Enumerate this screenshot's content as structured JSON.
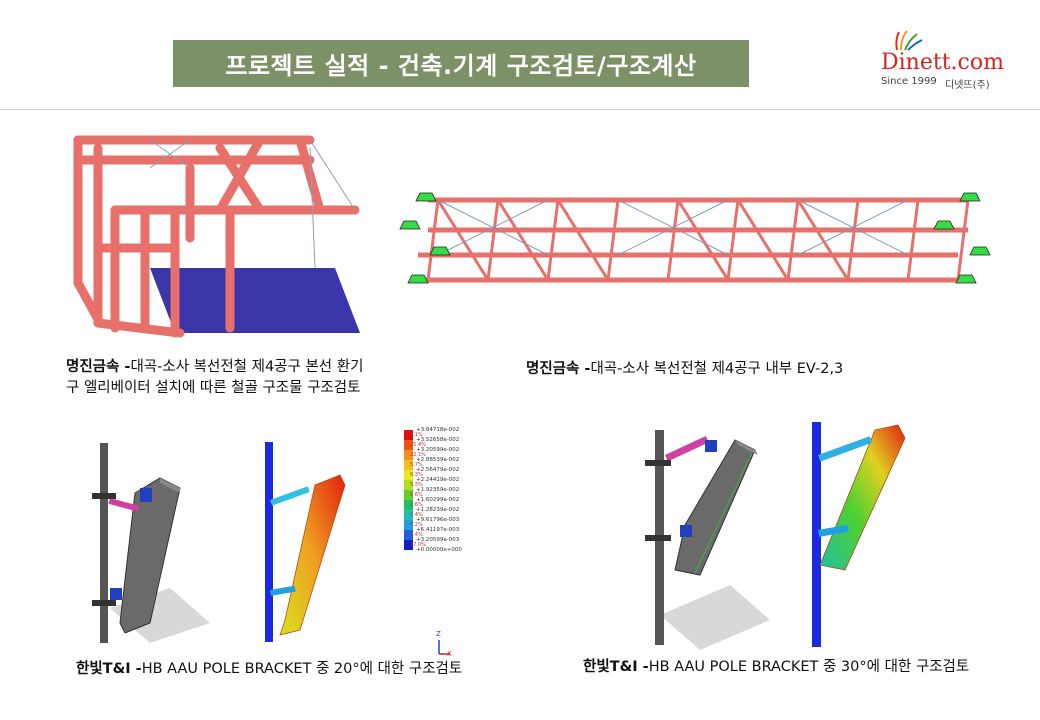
{
  "title": "프로젝트 실적 - 건축.기계 구조검토/구조계산",
  "logo": {
    "name": "Dinett.com",
    "since": "Since 1999",
    "korean": "디넷뜨(주)"
  },
  "captions": {
    "c1_bold": "명진금속 -",
    "c1_line1": "대곡-소사 복선전철 제4공구 본선 환기",
    "c1_line2": "구 엘리베이터 설치에 따른 철골 구조물 구조검토",
    "c2_bold": "명진금속 -",
    "c2_text": "대곡-소사 복선전철 제4공구 내부 EV-2,3",
    "c3_bold": "한빛T&I -",
    "c3_text": "HB AAU POLE BRACKET 중 20°에 대한 구조검토",
    "c4_bold": "한빛T&I -",
    "c4_text": "HB AAU POLE BRACKET 중 30°에 대한 구조검토"
  },
  "legend": {
    "values": [
      "+3.84718e-002",
      "+3.52658e-002",
      "+3.20599e-002",
      "+2.88539e-002",
      "+2.56479e-002",
      "+2.24419e-002",
      "+1.92359e-002",
      "+1.60299e-002",
      "+1.28239e-002",
      "+9.61796e-003",
      "+6.41197e-003",
      "+3.20599e-003",
      "+0.00000e+000"
    ],
    "percents": [
      "3.1%",
      "25.4%",
      "22.1%",
      "5.7%",
      "9.3%",
      "5.3%",
      "8.6%",
      "1.6%",
      "2.4%",
      "7.2%",
      "4.4%",
      "27.0%"
    ],
    "colors": [
      "#e01010",
      "#f05010",
      "#f49020",
      "#f0c020",
      "#e8e820",
      "#b0e020",
      "#60d030",
      "#20c060",
      "#20c0b0",
      "#20a0e0",
      "#2060e0",
      "#1020c0"
    ]
  },
  "axis_labels": {
    "z": "Z",
    "x": "X"
  }
}
